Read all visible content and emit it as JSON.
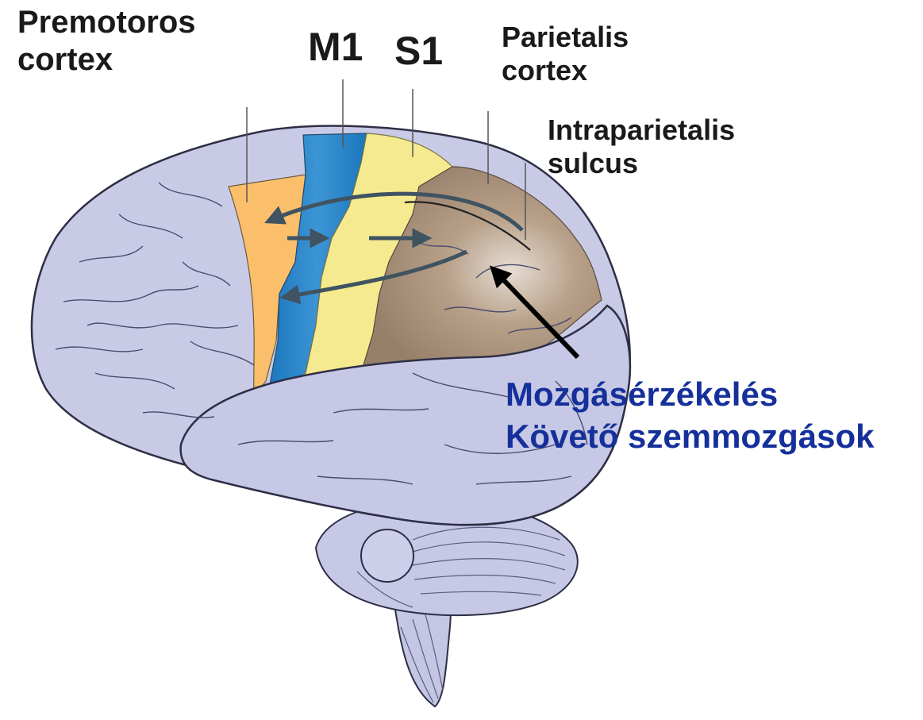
{
  "labels": {
    "premotor": [
      "Premotoros",
      "cortex"
    ],
    "m1": "M1",
    "s1": "S1",
    "parietal": [
      "Parietalis",
      "cortex"
    ],
    "intraparietal": [
      "Intraparietalis",
      "sulcus"
    ],
    "function": [
      "Mozgásérzékelés",
      "Követő szemmozgások"
    ]
  },
  "colors": {
    "brain_fill": "#c9cbe6",
    "brain_shadow": "#a7aad2",
    "brain_outline": "#2e2e45",
    "premotor_fill": "#fbbf6c",
    "m1_fill": "#2a86c9",
    "s1_fill": "#f5ea8f",
    "parietal_fill": "#a58b72",
    "arrow_gray": "#3f5361",
    "pointer_black": "#000000",
    "function_text": "#15309a"
  }
}
